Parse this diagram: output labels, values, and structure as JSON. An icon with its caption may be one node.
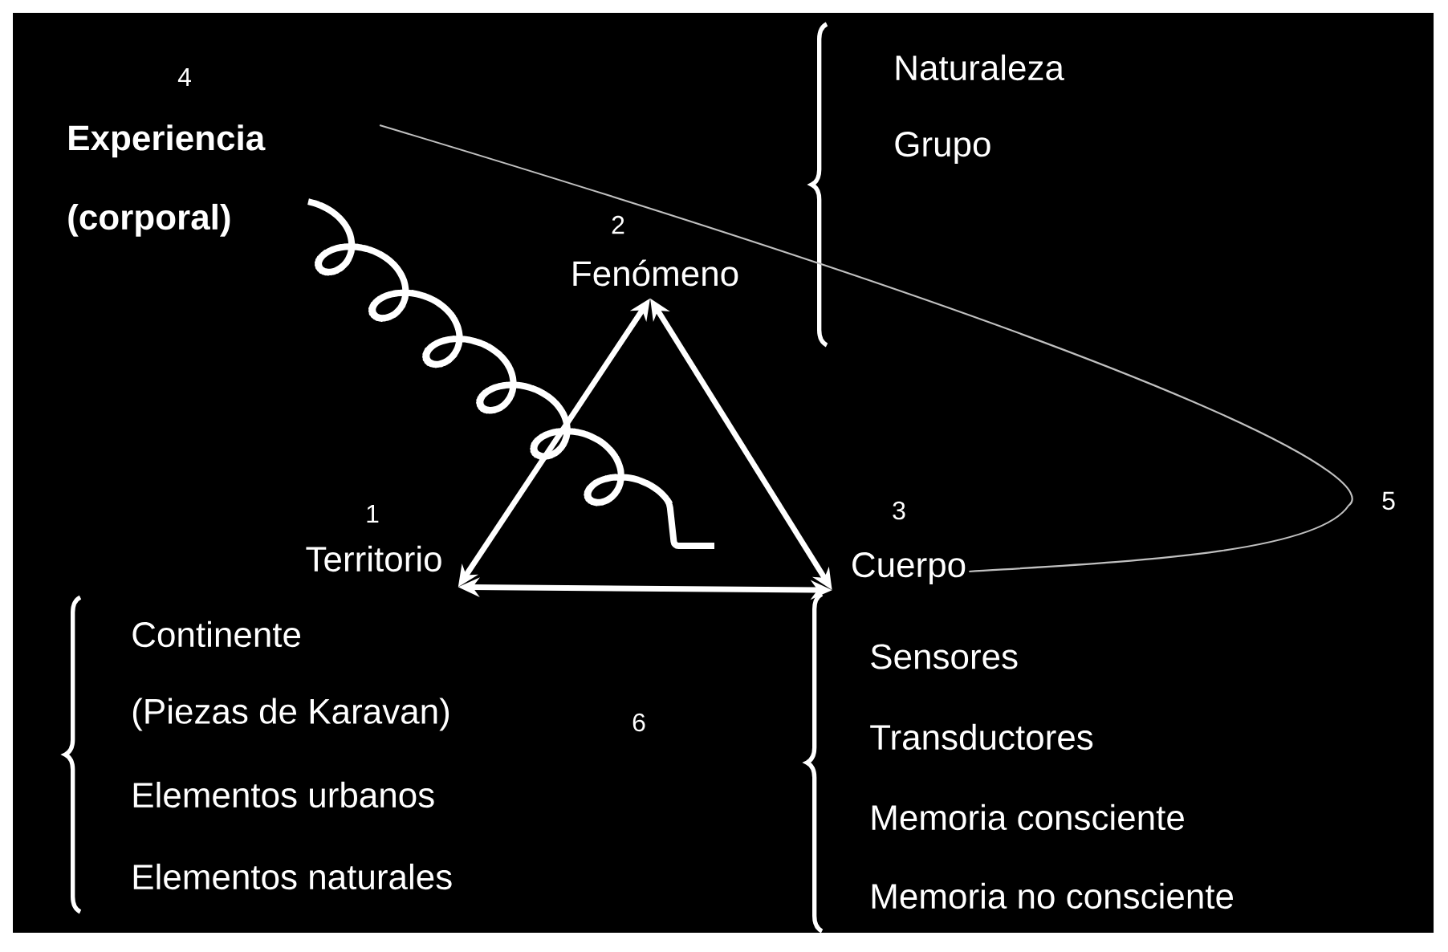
{
  "diagram": {
    "nodes": [
      {
        "text": [
          "Territorio"
        ],
        "beside": [
          "1"
        ]
      },
      {
        "text": [
          "Fenómeno"
        ],
        "beside": [
          "2"
        ]
      },
      {
        "text": [
          "Cuerpo"
        ],
        "beside": [
          "3"
        ]
      },
      {
        "text": [
          "Experiencia (corporal)"
        ],
        "beside": [
          "4"
        ]
      }
    ],
    "edges": [
      {
        "from": 0,
        "to": 1,
        "arrow": "both"
      },
      {
        "from": 1,
        "to": 2,
        "arrow": "both"
      },
      {
        "from": 0,
        "to": 2,
        "arrow": "both"
      },
      {
        "from": 3,
        "to": 2,
        "arrow": "none",
        "color": "#c0c0c0"
      }
    ],
    "labels": [
      "Naturaleza",
      "Grupo",
      "5",
      "Continente",
      "(Piezas de Karavan)",
      "6",
      "Elementos urbanos",
      "Elementos naturales",
      "Sensores",
      "Transductores",
      "Memoria consciente",
      "Memoria no consciente"
    ]
  }
}
